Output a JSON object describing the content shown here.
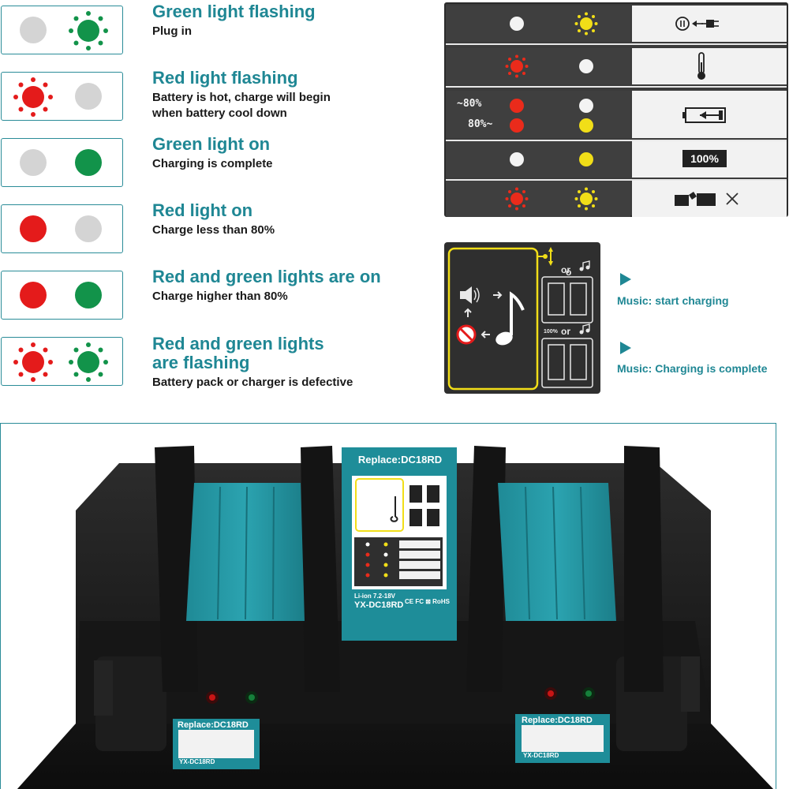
{
  "legend": [
    {
      "title": "Green light flashing",
      "desc": [
        "Plug in"
      ],
      "left": "grey",
      "right": "green-flash"
    },
    {
      "title": "Red light flashing",
      "desc": [
        "Battery is hot, charge will begin",
        "when battery cool down"
      ],
      "left": "red-flash",
      "right": "grey"
    },
    {
      "title": "Green light on",
      "desc": [
        "Charging is complete"
      ],
      "left": "grey",
      "right": "green"
    },
    {
      "title": "Red light on",
      "desc": [
        "Charge less than 80%"
      ],
      "left": "red",
      "right": "grey"
    },
    {
      "title": "Red and green lights are on",
      "desc": [
        "Charge higher than 80%"
      ],
      "left": "red",
      "right": "green"
    },
    {
      "title": [
        "Red and green lights",
        "are flashing"
      ],
      "desc": [
        "Battery pack or charger is defective"
      ],
      "left": "red-flash",
      "right": "green-flash"
    }
  ],
  "status_table": {
    "pct_low": "~80%",
    "pct_high": "80%~",
    "full_label": "100%"
  },
  "music": {
    "start": "Music: start charging",
    "complete": "Music: Charging is complete",
    "or1": "or",
    "or2": "or",
    "badge": "100%"
  },
  "charger": {
    "top_label": "Replace:DC18RD",
    "spec": "Li-ion 7.2-18V",
    "model": "YX-DC18RD",
    "marks": "CE FC ⊠ RoHS",
    "left_label": "Replace:DC18RD",
    "left_model": "YX-DC18RD",
    "right_label": "Replace:DC18RD",
    "right_model": "YX-DC18RD"
  },
  "colors": {
    "teal": "#1f8794",
    "red": "#e41b1b",
    "green": "#12934a",
    "yellow": "#f1de18",
    "grey": "#d4d4d4"
  },
  "icons": [
    "flash-icon",
    "plug-icon",
    "thermometer-icon",
    "battery-charging-icon",
    "battery-full-icon",
    "battery-defect-icon",
    "speaker-icon",
    "mute-icon",
    "music-note-icon"
  ]
}
